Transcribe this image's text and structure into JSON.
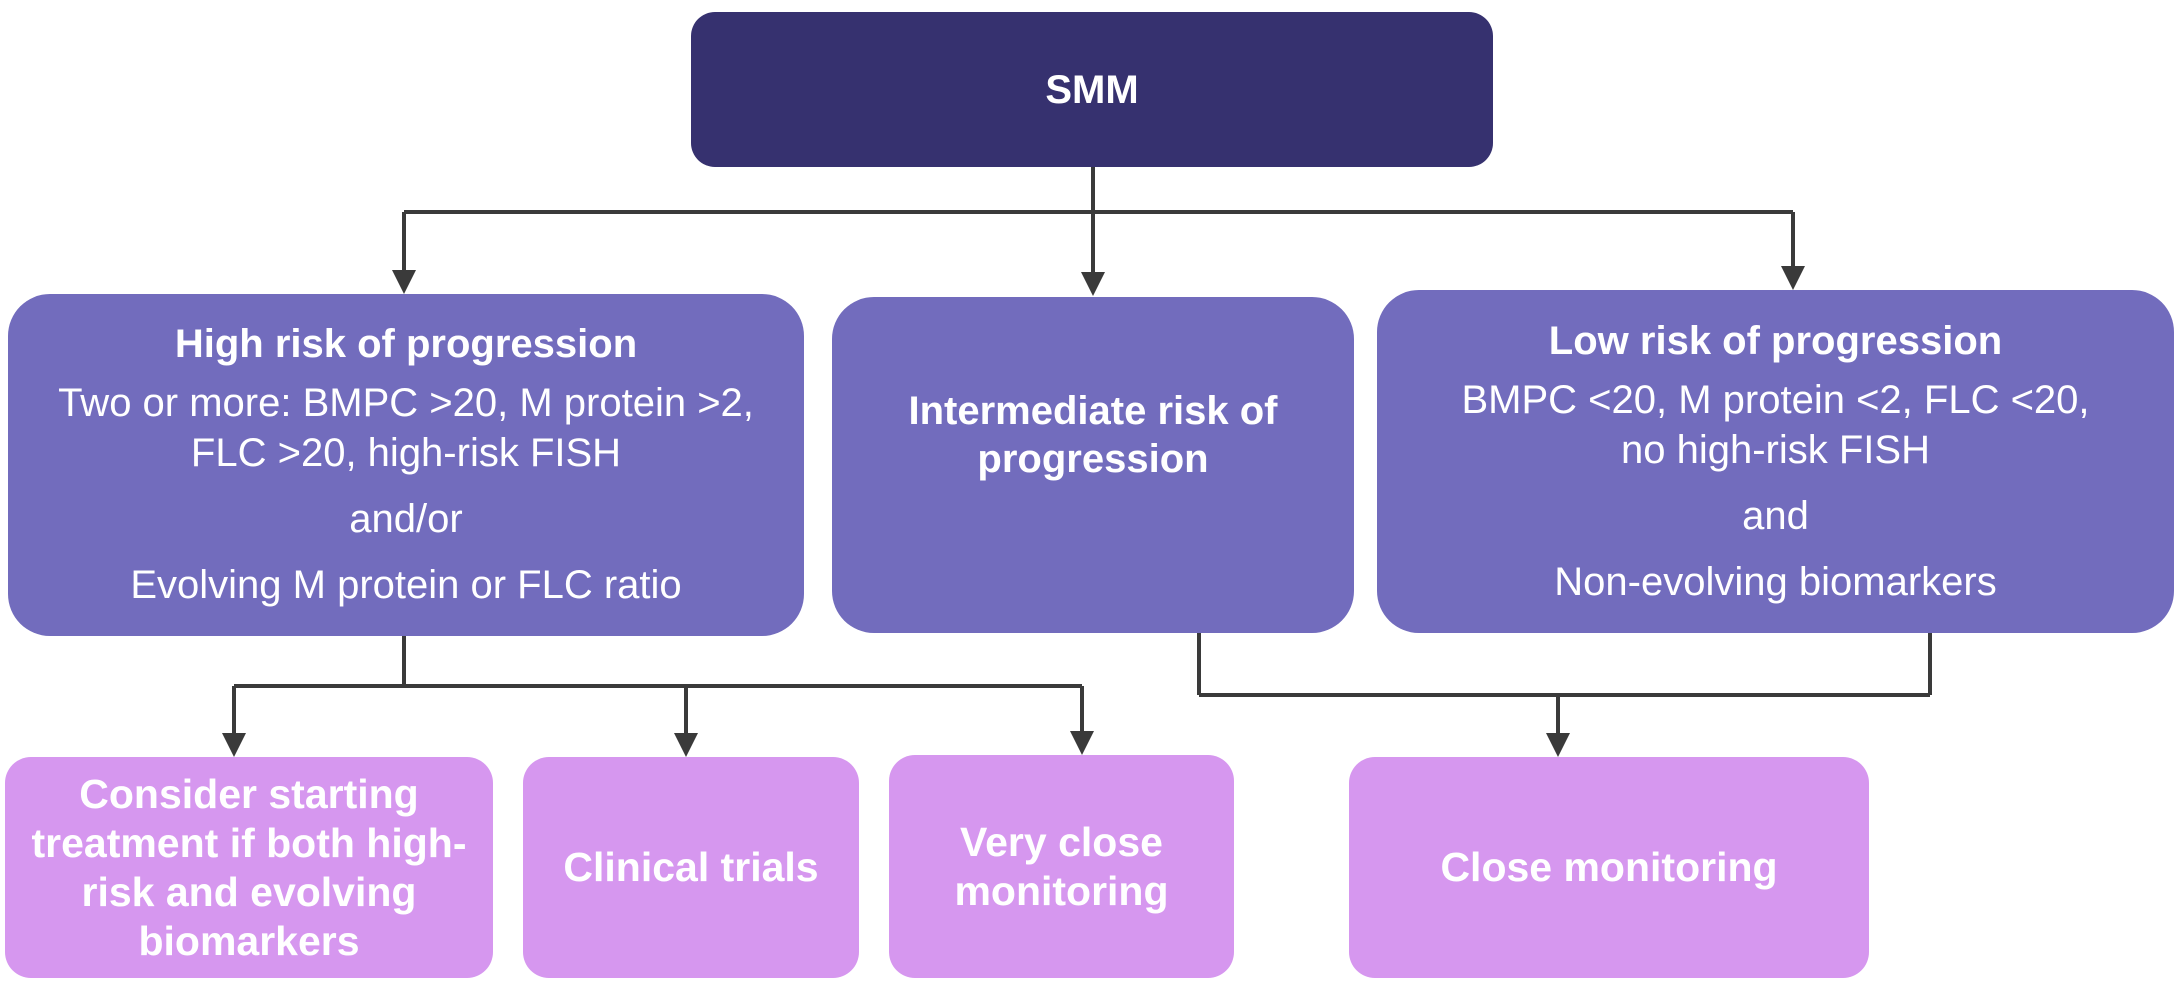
{
  "root": {
    "label": "SMM"
  },
  "high_risk": {
    "title": "High risk of progression",
    "criteria": "Two or more: BMPC >20, M protein >2, FLC >20, high-risk FISH",
    "joiner": "and/or",
    "extra": "Evolving M protein or FLC ratio"
  },
  "intermediate_risk": {
    "title": "Intermediate risk of progression"
  },
  "low_risk": {
    "title": "Low risk of progression",
    "criteria": "BMPC <20, M protein <2, FLC <20, no high-risk FISH",
    "joiner": "and",
    "extra": "Non-evolving biomarkers"
  },
  "outcomes": {
    "treatment": "Consider starting treatment if both high-risk and evolving biomarkers",
    "trials": "Clinical trials",
    "very_close": "Very close monitoring",
    "close": "Close monitoring"
  },
  "colors": {
    "root": "#36316f",
    "risk_box": "#726cbd",
    "outcome_box": "#d697ef",
    "connector": "#3a3a3a"
  }
}
